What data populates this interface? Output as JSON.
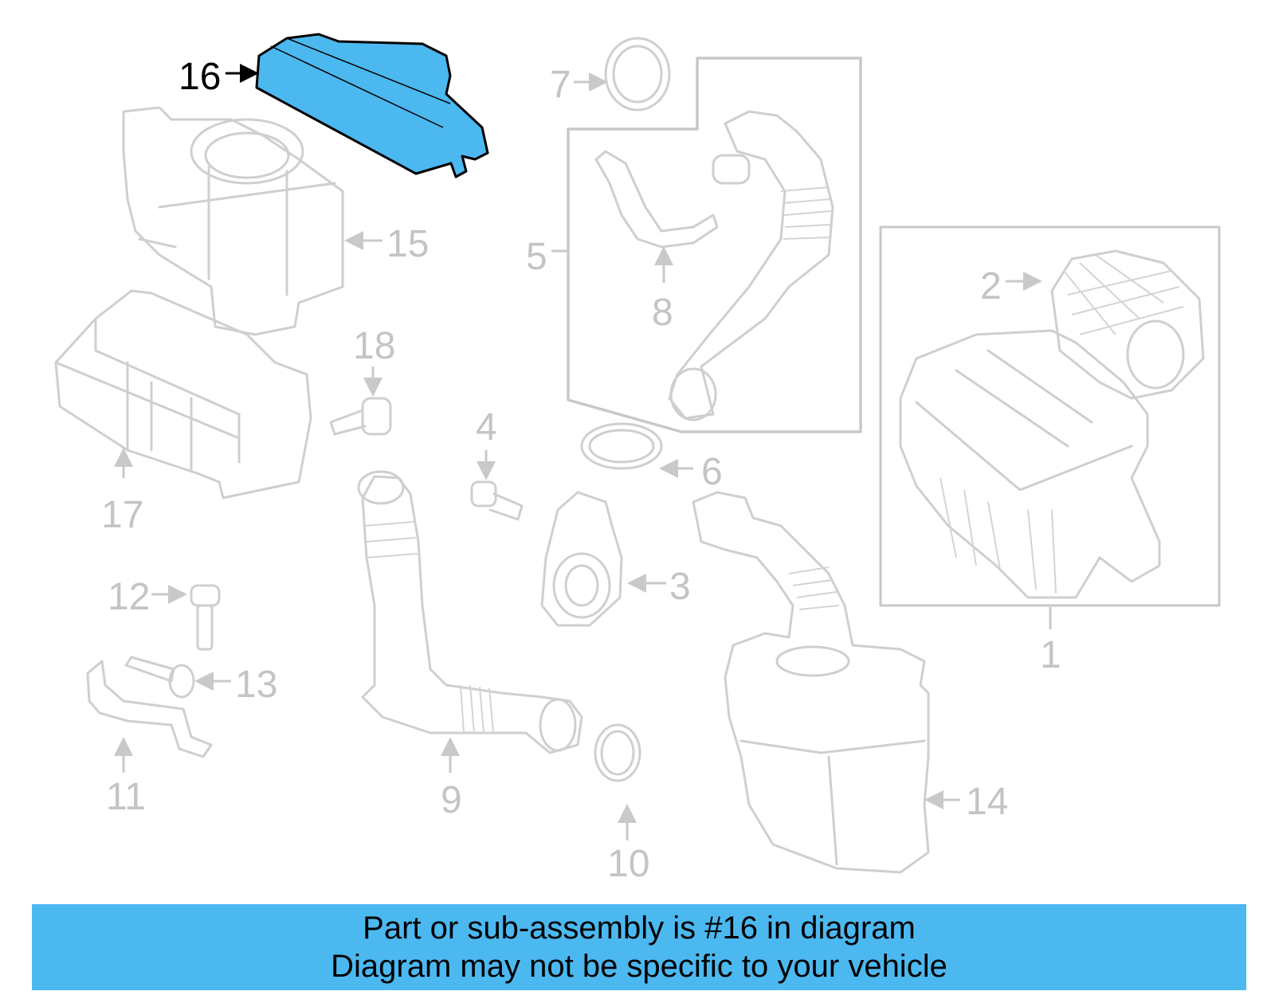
{
  "diagram": {
    "highlight_color": "#4cb8f0",
    "highlighted_part": "16",
    "callouts": [
      "1",
      "2",
      "3",
      "4",
      "5",
      "6",
      "7",
      "8",
      "9",
      "10",
      "11",
      "12",
      "13",
      "14",
      "15",
      "16",
      "17",
      "18"
    ]
  },
  "banner": {
    "line1": "Part or sub-assembly is #16 in diagram",
    "line2": "Diagram may not be specific to your vehicle"
  }
}
